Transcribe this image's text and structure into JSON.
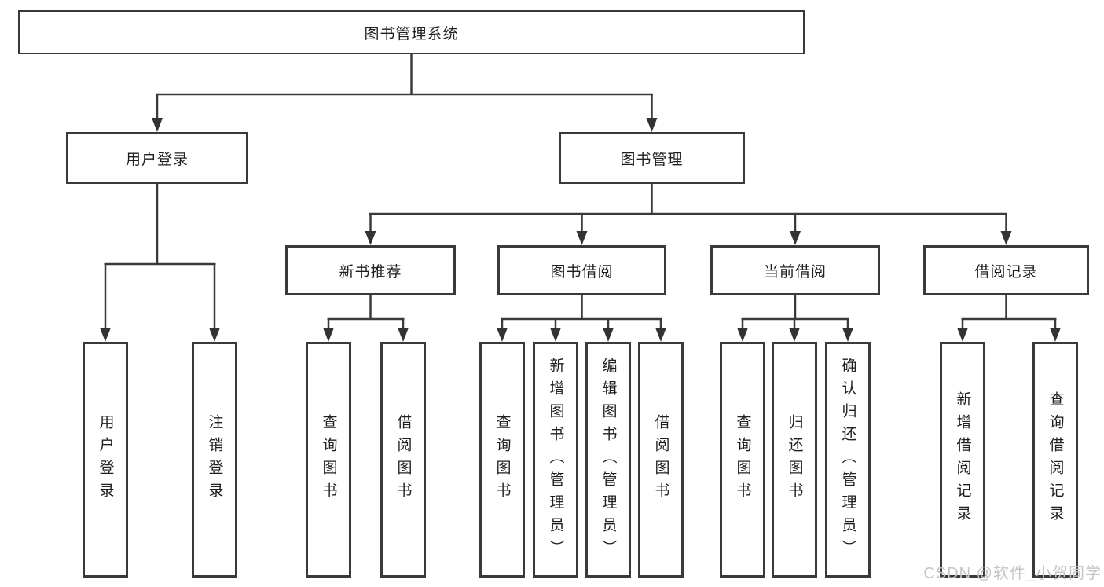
{
  "diagram": {
    "type": "hierarchy-tree",
    "root": {
      "label": "图书管理系统",
      "children": [
        {
          "label": "用户登录",
          "children": [
            {
              "label": "用户登录"
            },
            {
              "label": "注销登录"
            }
          ]
        },
        {
          "label": "图书管理",
          "children": [
            {
              "label": "新书推荐",
              "children": [
                {
                  "label": "查询图书"
                },
                {
                  "label": "借阅图书"
                }
              ]
            },
            {
              "label": "图书借阅",
              "children": [
                {
                  "label": "查询图书"
                },
                {
                  "label": "新增图书（管理员）"
                },
                {
                  "label": "编辑图书（管理员）"
                },
                {
                  "label": "借阅图书"
                }
              ]
            },
            {
              "label": "当前借阅",
              "children": [
                {
                  "label": "查询图书"
                },
                {
                  "label": "归还图书"
                },
                {
                  "label": "确认归还（管理员）"
                }
              ]
            },
            {
              "label": "借阅记录",
              "children": [
                {
                  "label": "新增借阅记录"
                },
                {
                  "label": "查询借阅记录"
                }
              ]
            }
          ]
        }
      ]
    }
  },
  "colors": {
    "line": "#3a3a3a",
    "arrow": "#333333",
    "text": "#1f1f1f",
    "box_background": "#ffffff",
    "watermark": "#c7c4c4"
  },
  "watermark": "CSDN @软件_小贺同学"
}
